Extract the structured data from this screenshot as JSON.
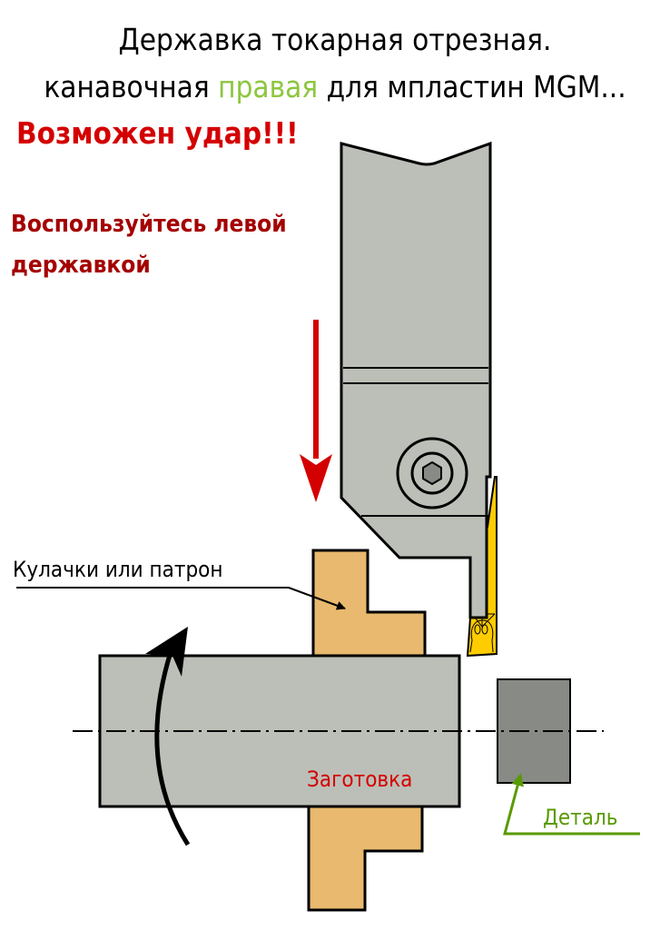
{
  "title": {
    "line1": "Державка токарная отрезная.",
    "line2_a": "канавочная",
    "line2_highlight": "правая",
    "line2_b": "для мпластин MGM...",
    "warning": "Возможен удар!!!"
  },
  "advice": {
    "line1": "Воспользуйтесь левой",
    "line2": "державкой"
  },
  "labels": {
    "chuck": "Кулачки или патрон",
    "workpiece": "Заготовка",
    "part": "Деталь"
  },
  "colors": {
    "holder": "#bcbfb7",
    "chuck": "#e8b96e",
    "insert": "#ffcc00",
    "part": "#888a85",
    "warning": "#d40000",
    "advice": "#a40000",
    "highlight": "#8dc63f",
    "part_label": "#5a9a00"
  }
}
